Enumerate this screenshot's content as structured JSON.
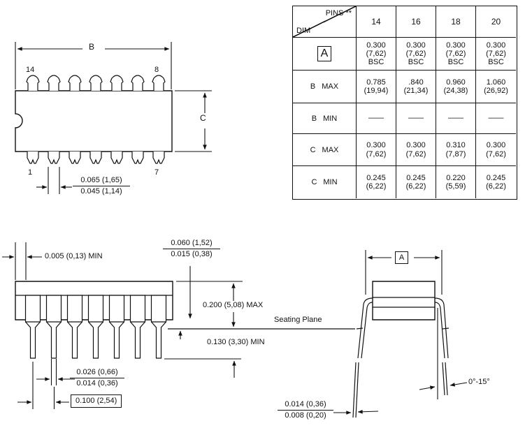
{
  "table": {
    "pins_header": "PINS **",
    "dim_header": "DIM",
    "columns": [
      "14",
      "16",
      "18",
      "20"
    ],
    "rows": [
      {
        "letter": "A",
        "qual": "",
        "cells": [
          [
            "0.300",
            "(7,62)",
            "BSC"
          ],
          [
            "0.300",
            "(7,62)",
            "BSC"
          ],
          [
            "0.300",
            "(7,62)",
            "BSC"
          ],
          [
            "0.300",
            "(7,62)",
            "BSC"
          ]
        ]
      },
      {
        "letter": "B",
        "qual": "MAX",
        "cells": [
          [
            "0.785",
            "(19,94)"
          ],
          [
            ".840",
            "(21,34)"
          ],
          [
            "0.960",
            "(24,38)"
          ],
          [
            "1.060",
            "(26,92)"
          ]
        ]
      },
      {
        "letter": "B",
        "qual": "MIN",
        "cells": [
          [
            "——"
          ],
          [
            "——"
          ],
          [
            "——"
          ],
          [
            "——"
          ]
        ]
      },
      {
        "letter": "C",
        "qual": "MAX",
        "cells": [
          [
            "0.300",
            "(7,62)"
          ],
          [
            "0.300",
            "(7,62)"
          ],
          [
            "0.310",
            "(7,87)"
          ],
          [
            "0.300",
            "(7,62)"
          ]
        ]
      },
      {
        "letter": "C",
        "qual": "MIN",
        "cells": [
          [
            "0.245",
            "(6,22)"
          ],
          [
            "0.245",
            "(6,22)"
          ],
          [
            "0.220",
            "(5,59)"
          ],
          [
            "0.245",
            "(6,22)"
          ]
        ]
      }
    ]
  },
  "top_view": {
    "pin_top_left": "14",
    "pin_top_right": "8",
    "pin_bottom_left": "1",
    "pin_bottom_right": "7",
    "dim_b": "B",
    "dim_c": "C",
    "pin_width": {
      "num": "0.065 (1,65)",
      "den": "0.045 (1,14)"
    }
  },
  "side_view": {
    "body_offset": "0.005 (0,13) MIN",
    "shoulder": {
      "num": "0.060 (1,52)",
      "den": "0.015 (0,38)"
    },
    "height": "0.200 (5,08) MAX",
    "seating_plane": "Seating Plane",
    "lead_below_seating": "0.130 (3,30) MIN",
    "lead_width": {
      "num": "0.026 (0,66)",
      "den": "0.014 (0,36)"
    },
    "pitch": "0.100 (2,54)"
  },
  "end_view": {
    "dim_a": "A",
    "lead_angle": "0°-15°",
    "lead_thickness": {
      "num": "0.014 (0,36)",
      "den": "0.008 (0,20)"
    }
  }
}
